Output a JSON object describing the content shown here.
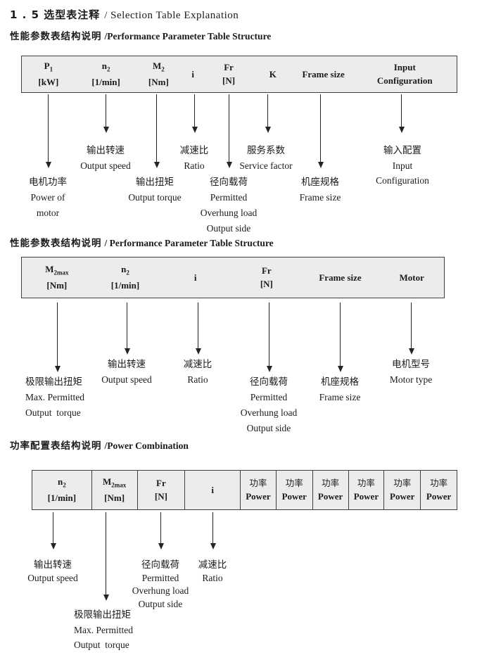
{
  "title": {
    "zh": "1 . 5 选型表注释",
    "en": "/ Selection Table Explanation"
  },
  "s1": {
    "heading_zh": "性能参数表结构说明",
    "heading_en": "/Performance Parameter Table Structure",
    "table": {
      "p1": {
        "m": "P",
        "sub": "1",
        "u": "[kW]"
      },
      "n2": {
        "m": "n",
        "sub": "2",
        "u": "[1/min]"
      },
      "m2": {
        "m": "M",
        "sub": "2",
        "u": "[Nm]"
      },
      "i": "i",
      "fr": {
        "m": "Fr",
        "u": "[N]"
      },
      "k": "K",
      "frame": "Frame size",
      "input": {
        "l1": "Input",
        "l2": "Configuration"
      }
    },
    "labels": {
      "output_speed": {
        "zh": "输出转速",
        "en": "Output speed"
      },
      "ratio": {
        "zh": "减速比",
        "en": "Ratio"
      },
      "service_factor": {
        "zh": "服务系数",
        "en": "Service factor"
      },
      "input_config": {
        "zh": "输入配置",
        "en1": "Input",
        "en2": "Configuration"
      },
      "motor_power": {
        "zh": "电机功率",
        "en1": "Power of",
        "en2": "motor"
      },
      "output_torque": {
        "zh": "输出扭矩",
        "en": "Output torque"
      },
      "overhung": {
        "zh": "径向载荷",
        "en1": "Permitted",
        "en2": "Overhung load",
        "en3": "Output side"
      },
      "frame_size": {
        "zh": "机座规格",
        "en": "Frame size"
      }
    }
  },
  "s2": {
    "heading_zh": "性能参数表结构说明",
    "heading_en": "/ Performance Parameter Table Structure",
    "table": {
      "m2max": {
        "m": "M",
        "sub": "2max",
        "u": "[Nm]"
      },
      "n2": {
        "m": "n",
        "sub": "2",
        "u": "[1/min]"
      },
      "i": "i",
      "fr": {
        "m": "Fr",
        "u": "[N]"
      },
      "frame": "Frame size",
      "motor": "Motor"
    },
    "labels": {
      "max_torque": {
        "zh": "极限输出扭矩",
        "en1": "Max. Permitted",
        "en2": "Output  torque"
      },
      "output_speed": {
        "zh": "输出转速",
        "en": "Output speed"
      },
      "ratio": {
        "zh": "减速比",
        "en": "Ratio"
      },
      "overhung": {
        "zh": "径向载荷",
        "en1": "Permitted",
        "en2": "Overhung load",
        "en3": "Output side"
      },
      "frame_size": {
        "zh": "机座规格",
        "en": "Frame size"
      },
      "motor_type": {
        "zh": "电机型号",
        "en": "Motor type"
      }
    }
  },
  "s3": {
    "heading_zh": "功率配置表结构说明",
    "heading_en": "/Power Combination",
    "table": {
      "n2": {
        "m": "n",
        "sub": "2",
        "u": "[1/min]"
      },
      "m2max": {
        "m": "M",
        "sub": "2max",
        "u": "[Nm]"
      },
      "fr": {
        "m": "Fr",
        "u": "[N]"
      },
      "i": "i",
      "power": {
        "zh": "功率",
        "en": "Power"
      }
    },
    "labels": {
      "output_speed": {
        "zh": "输出转速",
        "en": "Output speed"
      },
      "overhung": {
        "zh": "径向载荷",
        "en1": "Permitted",
        "en2": "Overhung load",
        "en3": "Output side"
      },
      "ratio": {
        "zh": "减速比",
        "en": "Ratio"
      },
      "max_torque": {
        "zh": "极限输出扭矩",
        "en1": "Max. Permitted",
        "en2": "Output  torque"
      }
    }
  }
}
